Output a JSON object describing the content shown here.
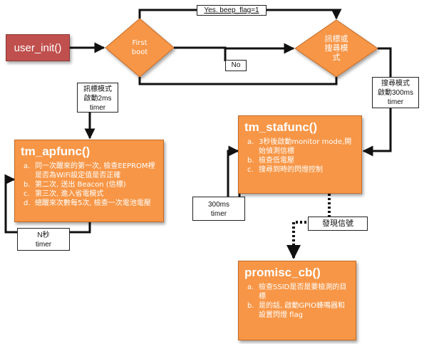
{
  "start": {
    "label": "user_init()"
  },
  "decisions": {
    "first_boot": {
      "line1": "First",
      "line2": "boot"
    },
    "mode": {
      "line1": "訊標或",
      "line2": "搜尋模",
      "line3": "式"
    }
  },
  "edge_labels": {
    "yes": "Yes. beep_flag=1",
    "no": "No",
    "beacon_timer": {
      "line1": "訊標模式",
      "line2": "啟動2ms",
      "line3": "timer"
    },
    "search_timer": {
      "line1": "搜尋模式",
      "line2": "啟動300ms",
      "line3": "timer"
    },
    "n_sec_timer": {
      "line1": "N秒",
      "line2": "timer"
    },
    "t300_timer": {
      "line1": "300ms",
      "line2": "timer"
    },
    "found_signal": "發現信號"
  },
  "tm_apfunc": {
    "title": "tm_apfunc()",
    "items": [
      {
        "mark": "a.",
        "text": "同一次醒來的第一次, 檢查EEPROM裡是否為WiFi設定值是否正確"
      },
      {
        "mark": "b.",
        "text": "第二次, 送出 Beacon (信標)"
      },
      {
        "mark": "c.",
        "text": "第三次, 進入省電模式"
      },
      {
        "mark": "d.",
        "text": "總醒來次數每5次, 檢查一次電池電壓"
      }
    ]
  },
  "tm_stafunc": {
    "title": "tm_stafunc()",
    "items": [
      {
        "mark": "a.",
        "text": "3秒後啟動monitor mode,開始偵測信標"
      },
      {
        "mark": "b.",
        "text": "檢查低電壓"
      },
      {
        "mark": "c.",
        "text": "搜尋到時的閃燈控制"
      }
    ]
  },
  "promisc_cb": {
    "title": "promisc_cb()",
    "items": [
      {
        "mark": "a.",
        "text": "檢查SSID是否是要檢測的目標"
      },
      {
        "mark": "b.",
        "text": "是的話, 啟動GPIO蜂鳴器和設置閃燈 flag"
      }
    ]
  },
  "colors": {
    "process": "#f79646",
    "start": "#c0504d",
    "line": "#111111"
  }
}
